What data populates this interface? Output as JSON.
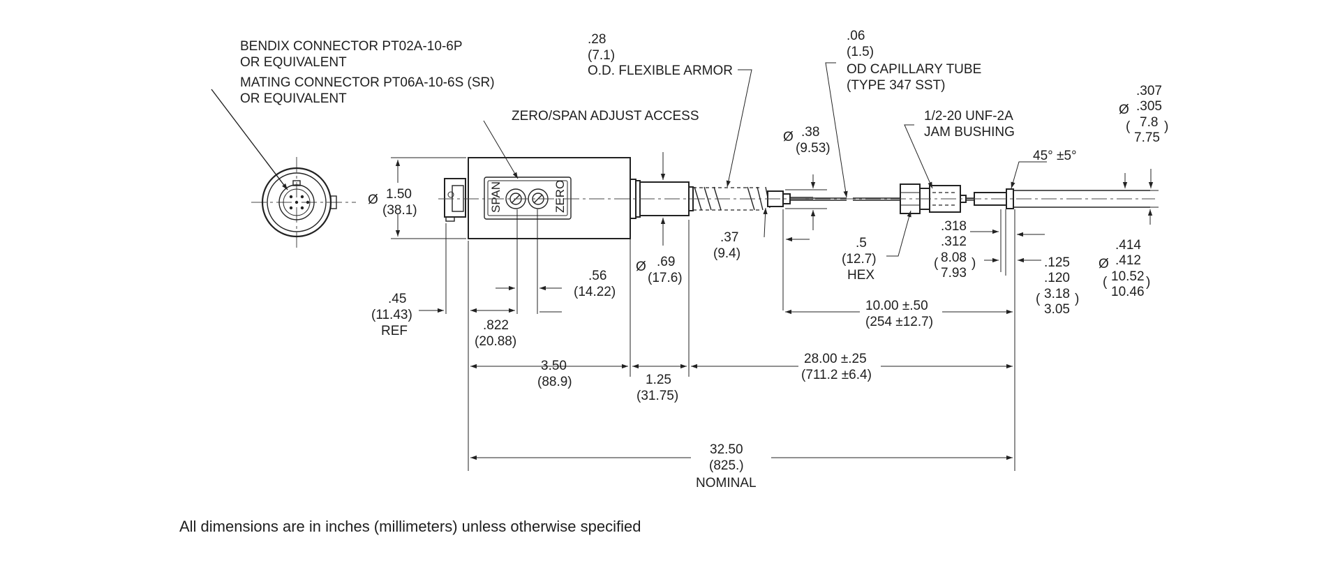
{
  "connector": {
    "line1": "BENDIX CONNECTOR PT02A-10-6P",
    "line2": "OR EQUIVALENT",
    "line3": "MATING CONNECTOR PT06A-10-6S (SR)",
    "line4": "OR EQUIVALENT"
  },
  "adjust_access": "ZERO/SPAN ADJUST ACCESS",
  "span_label": "SPAN",
  "zero_label": "ZERO",
  "armor": {
    "in": ".28",
    "mm": "(7.1)",
    "desc": "O.D. FLEXIBLE ARMOR"
  },
  "capillary": {
    "in": ".06",
    "mm": "(1.5)",
    "desc1": "OD CAPILLARY TUBE",
    "desc2": "(TYPE 347 SST)"
  },
  "bushing": {
    "line1": "1/2-20 UNF-2A",
    "line2": "JAM BUSHING"
  },
  "tip_od": {
    "sym": "Ø",
    "in1": ".307",
    "in2": ".305",
    "mm1": "7.8",
    "mm2": "7.75",
    "open": "(",
    "close": ")"
  },
  "chamfer": "45° ±5°",
  "dia_38": {
    "sym": "Ø",
    "in": ".38",
    "mm": "(9.53)"
  },
  "body_dia": {
    "sym": "Ø",
    "in": "1.50",
    "mm": "(38.1)"
  },
  "neck_dia": {
    "sym": "Ø",
    "in": ".69",
    "mm": "(17.6)"
  },
  "dim_37": {
    "in": ".37",
    "mm": "(9.4)"
  },
  "hex": {
    "in": ".5",
    "mm": "(12.7)",
    "desc": "HEX"
  },
  "dim_318": {
    "in1": ".318",
    "in2": ".312",
    "mm1": "8.08",
    "mm2": "7.93",
    "open": "(",
    "close": ")"
  },
  "dim_414": {
    "sym": "Ø",
    "in1": ".414",
    "in2": ".412",
    "mm1": "10.52",
    "mm2": "10.46",
    "open": "(",
    "close": ")"
  },
  "dim_125": {
    "in1": ".125",
    "in2": ".120",
    "mm1": "3.18",
    "mm2": "3.05",
    "open": "(",
    "close": ")"
  },
  "dim_45": {
    "in": ".45",
    "mm": "(11.43)",
    "ref": "REF"
  },
  "dim_56": {
    "in": ".56",
    "mm": "(14.22)"
  },
  "dim_822": {
    "in": ".822",
    "mm": "(20.88)"
  },
  "dim_10": {
    "in": "10.00 ±.50",
    "mm": "(254 ±12.7)"
  },
  "dim_350": {
    "in": "3.50",
    "mm": "(88.9)"
  },
  "dim_125b": {
    "in": "1.25",
    "mm": "(31.75)"
  },
  "dim_28": {
    "in": "28.00 ±.25",
    "mm": "(711.2 ±6.4)"
  },
  "dim_total": {
    "in": "32.50",
    "mm": "(825.)",
    "desc": "NOMINAL"
  },
  "footnote": "All dimensions are in inches (millimeters) unless otherwise specified"
}
